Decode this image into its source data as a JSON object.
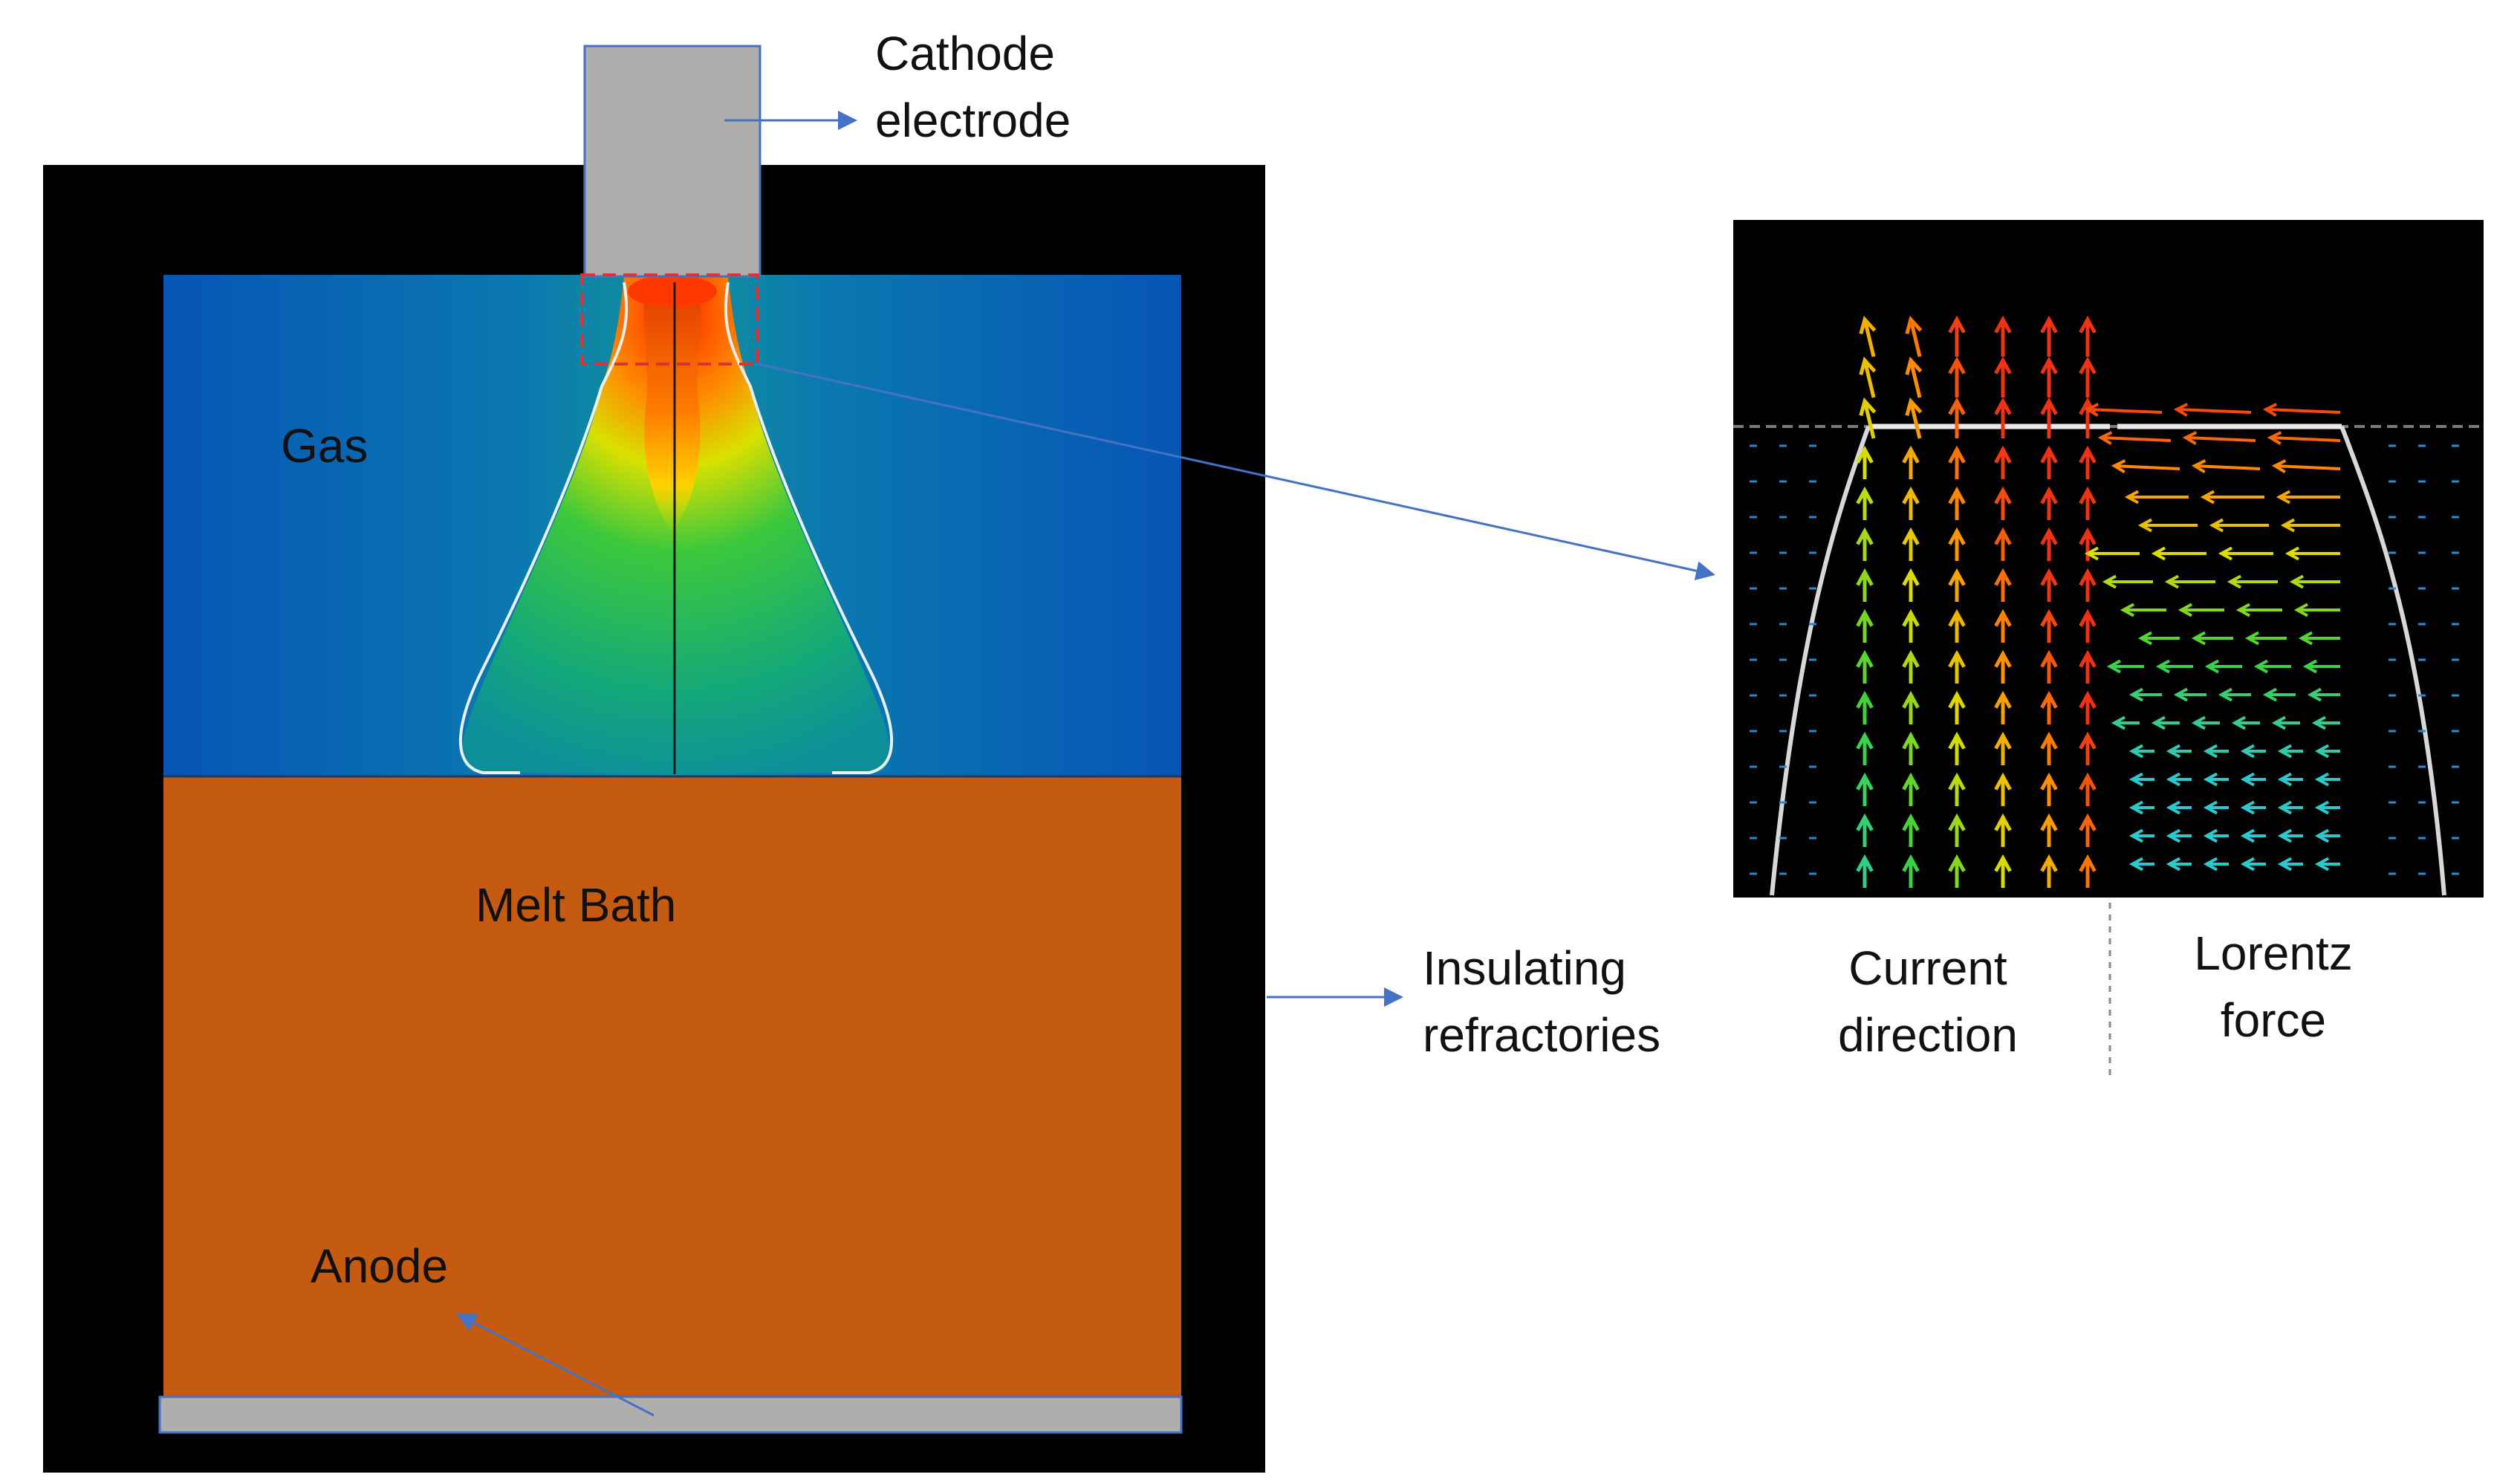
{
  "labels": {
    "cathode_line1": "Cathode",
    "cathode_line2": "electrode",
    "gas": "Gas",
    "melt_bath": "Melt Bath",
    "anode": "Anode",
    "insulating_line1": "Insulating",
    "insulating_line2": "refractories",
    "current_line1": "Current",
    "current_line2": "direction",
    "lorentz_line1": "Lorentz",
    "lorentz_line2": "force"
  },
  "colors": {
    "refractory": "#000000",
    "gas_region": "#0a5fb4",
    "melt_bath": "#c55a11",
    "electrode": "#b0aeac",
    "arrow_line": "#4472c4",
    "zoom_box": "#e03030"
  }
}
